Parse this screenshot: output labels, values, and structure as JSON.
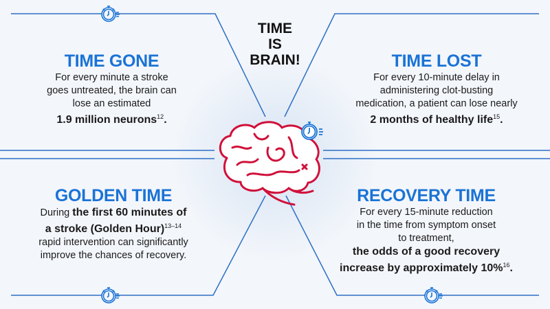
{
  "center_title": [
    "TIME",
    "IS",
    "BRAIN!"
  ],
  "blocks": {
    "time_gone": {
      "title": "TIME GONE",
      "lines": [
        "For every minute a stroke",
        "goes untreated, the brain can",
        "lose an estimated"
      ],
      "bold": "1.9 million neurons",
      "sup": "12",
      "end": "."
    },
    "time_lost": {
      "title": "TIME LOST",
      "lines": [
        "For every 10-minute delay in",
        "administering clot-busting",
        "medication, a patient can lose nearly"
      ],
      "bold": "2 months of healthy life",
      "sup": "15",
      "end": "."
    },
    "golden_time": {
      "title": "GOLDEN TIME",
      "pre": "During ",
      "bold1": "the first 60 minutes of",
      "bold2": "a stroke (Golden Hour)",
      "sup": "13–14",
      "lines": [
        "rapid intervention can significantly",
        "improve the chances of recovery."
      ]
    },
    "recovery_time": {
      "title": "RECOVERY TIME",
      "lines": [
        "For every 15-minute reduction",
        "in the time from symptom onset",
        "to treatment,"
      ],
      "bold1": "the odds of a good recovery",
      "bold2": "increase by approximately 10%",
      "sup": "16",
      "end": "."
    }
  },
  "colors": {
    "accent": "#1a73d6",
    "brain": "#d0103a",
    "line": "#2d6fc4"
  }
}
